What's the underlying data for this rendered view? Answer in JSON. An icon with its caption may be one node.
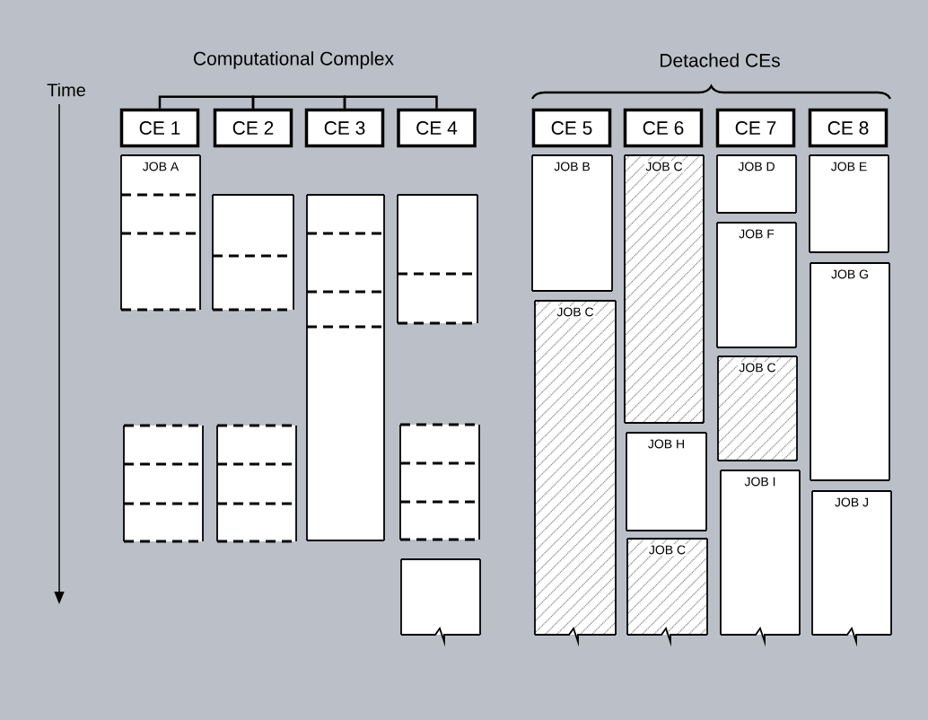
{
  "diagram": {
    "nodes": [
      {
        "text": [
          "CE 1"
        ]
      },
      {
        "text": [
          "CE 2"
        ]
      },
      {
        "text": [
          "CE 3"
        ]
      },
      {
        "text": [
          "CE 4"
        ]
      },
      {
        "text": [
          "CE 5"
        ]
      },
      {
        "text": [
          "CE 6"
        ]
      },
      {
        "text": [
          "CE 7"
        ]
      },
      {
        "text": [
          "CE 8"
        ]
      },
      {
        "text": [
          "JOB A"
        ]
      },
      {
        "text": [],
        "shape": "box"
      },
      {
        "text": [],
        "shape": "box"
      },
      {
        "text": [],
        "shape": "box"
      },
      {
        "text": [],
        "shape": "box"
      },
      {
        "text": [],
        "shape": "box"
      },
      {
        "text": [],
        "shape": "box"
      },
      {
        "text": [],
        "shape": "box"
      },
      {
        "text": [
          "JOB B"
        ]
      },
      {
        "text": [
          "JOB C"
        ]
      },
      {
        "text": [
          "JOB C"
        ]
      },
      {
        "text": [
          "JOB H"
        ]
      },
      {
        "text": [
          "JOB C"
        ]
      },
      {
        "text": [
          "JOB D"
        ]
      },
      {
        "text": [
          "JOB F"
        ]
      },
      {
        "text": [
          "JOB C"
        ]
      },
      {
        "text": [
          "JOB I"
        ]
      },
      {
        "text": [
          "JOB E"
        ]
      },
      {
        "text": [
          "JOB G"
        ]
      },
      {
        "text": [
          "JOB J"
        ]
      }
    ],
    "edges": [
      {
        "from": 0,
        "to": 1,
        "arrow": "none"
      },
      {
        "from": 1,
        "to": 2,
        "arrow": "none"
      },
      {
        "from": 2,
        "to": 3,
        "arrow": "none"
      }
    ],
    "labels": [
      "Computational Complex",
      "Detached CEs",
      "Time"
    ]
  }
}
